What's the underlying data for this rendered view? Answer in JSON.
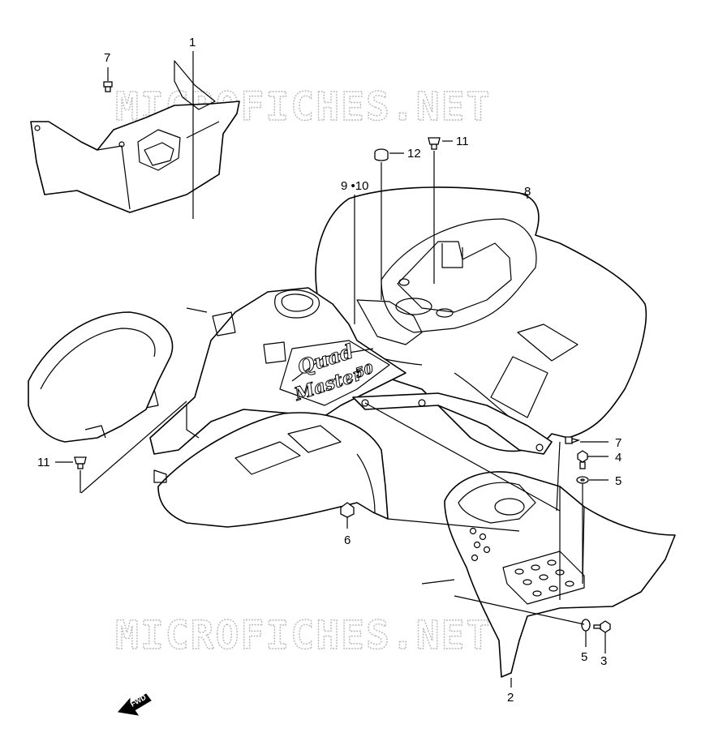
{
  "watermark": {
    "text": "MICROFICHES.NET"
  },
  "decal": {
    "line1": "Quad",
    "line2": "Master",
    "line3": "50"
  },
  "direction_arrow": {
    "label": "FWD",
    "icon": "arrow-forward-icon"
  },
  "callouts": [
    {
      "id": "1",
      "label": "1"
    },
    {
      "id": "7a",
      "label": "7"
    },
    {
      "id": "12",
      "label": "12"
    },
    {
      "id": "11a",
      "label": "11"
    },
    {
      "id": "9-10",
      "label": "9 •10"
    },
    {
      "id": "8",
      "label": "8"
    },
    {
      "id": "7b",
      "label": "7"
    },
    {
      "id": "4",
      "label": "4"
    },
    {
      "id": "5a",
      "label": "5"
    },
    {
      "id": "11b",
      "label": "11"
    },
    {
      "id": "6",
      "label": "6"
    },
    {
      "id": "5b",
      "label": "5"
    },
    {
      "id": "3",
      "label": "3"
    },
    {
      "id": "2",
      "label": "2"
    }
  ]
}
